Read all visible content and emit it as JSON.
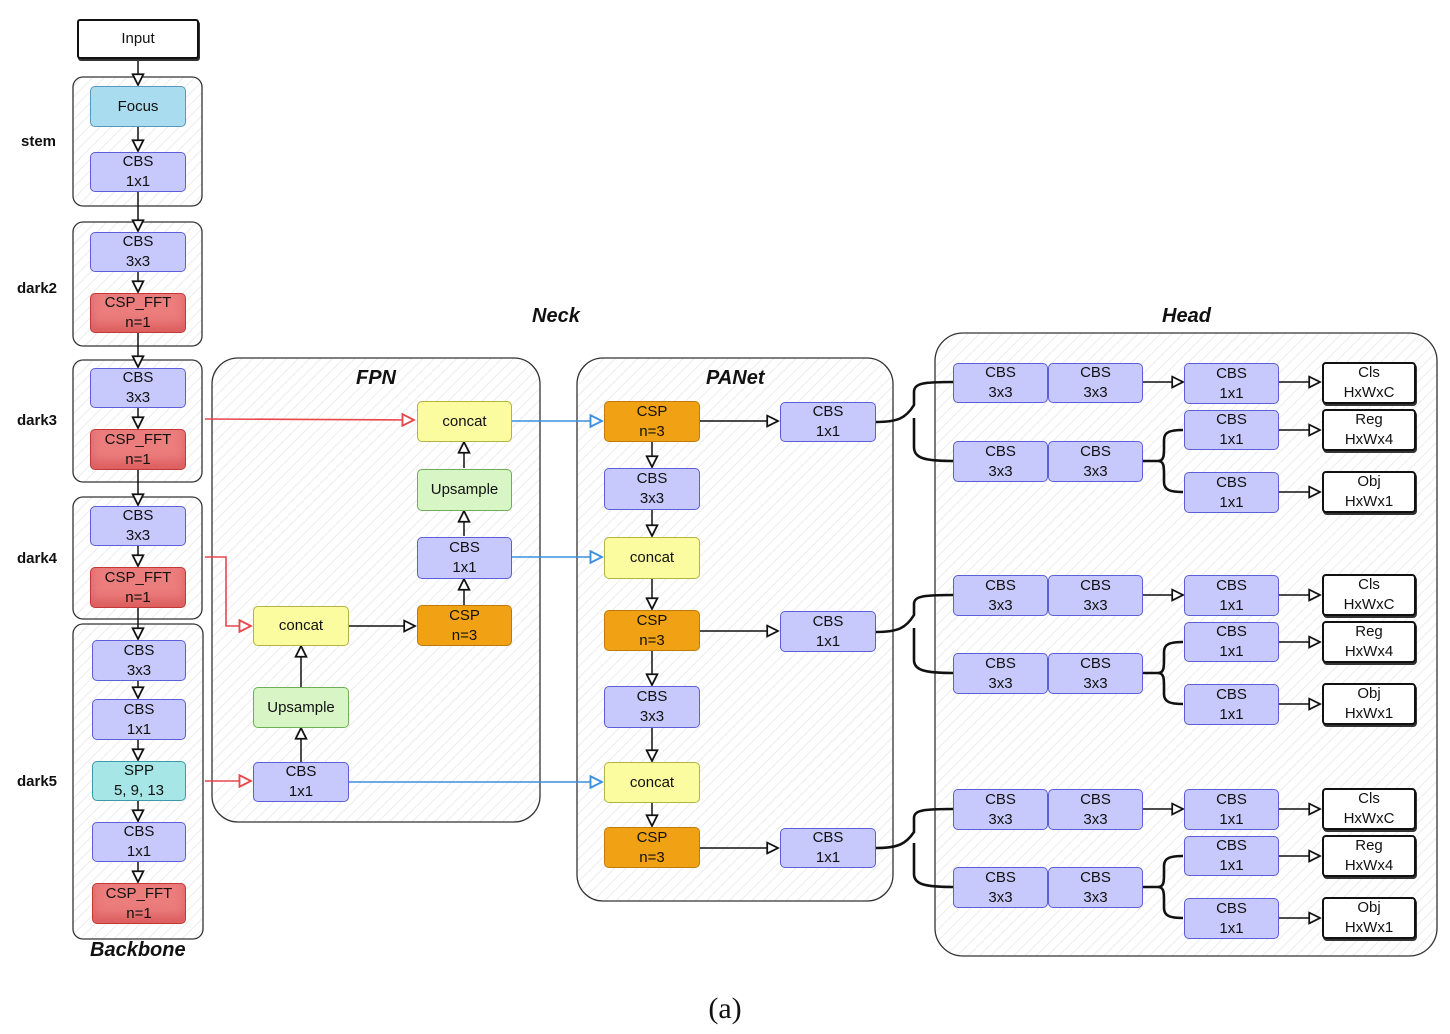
{
  "section_titles": {
    "neck": "Neck",
    "fpn": "FPN",
    "panet": "PANet",
    "head": "Head",
    "backbone": "Backbone"
  },
  "stage_labels": [
    "stem",
    "dark2",
    "dark3",
    "dark4",
    "dark5"
  ],
  "caption": "(a)",
  "nodes": [
    {
      "id": "input",
      "type": "input",
      "lines": [
        "Input"
      ]
    },
    {
      "id": "focus",
      "type": "focus",
      "lines": [
        "Focus"
      ]
    },
    {
      "id": "stem_cbs",
      "type": "cbs",
      "lines": [
        "CBS",
        "1x1"
      ]
    },
    {
      "id": "d2_cbs",
      "type": "cbs",
      "lines": [
        "CBS",
        "3x3"
      ]
    },
    {
      "id": "d2_csp",
      "type": "csp_fft",
      "lines": [
        "CSP_FFT",
        "n=1"
      ]
    },
    {
      "id": "d3_cbs",
      "type": "cbs",
      "lines": [
        "CBS",
        "3x3"
      ]
    },
    {
      "id": "d3_csp",
      "type": "csp_fft",
      "lines": [
        "CSP_FFT",
        "n=1"
      ]
    },
    {
      "id": "d4_cbs",
      "type": "cbs",
      "lines": [
        "CBS",
        "3x3"
      ]
    },
    {
      "id": "d4_csp",
      "type": "csp_fft",
      "lines": [
        "CSP_FFT",
        "n=1"
      ]
    },
    {
      "id": "d5_cbs1",
      "type": "cbs",
      "lines": [
        "CBS",
        "3x3"
      ]
    },
    {
      "id": "d5_cbs2",
      "type": "cbs",
      "lines": [
        "CBS",
        "1x1"
      ]
    },
    {
      "id": "d5_spp",
      "type": "spp",
      "lines": [
        "SPP",
        "5, 9, 13"
      ]
    },
    {
      "id": "d5_cbs3",
      "type": "cbs",
      "lines": [
        "CBS",
        "1x1"
      ]
    },
    {
      "id": "d5_csp",
      "type": "csp_fft",
      "lines": [
        "CSP_FFT",
        "n=1"
      ]
    },
    {
      "id": "fpn_concat_top",
      "type": "concat",
      "lines": [
        "concat"
      ]
    },
    {
      "id": "fpn_upsample_top",
      "type": "upsample",
      "lines": [
        "Upsample"
      ]
    },
    {
      "id": "fpn_cbs_mid",
      "type": "cbs",
      "lines": [
        "CBS",
        "1x1"
      ]
    },
    {
      "id": "fpn_csp",
      "type": "csp",
      "lines": [
        "CSP",
        "n=3"
      ]
    },
    {
      "id": "fpn_concat_low",
      "type": "concat",
      "lines": [
        "concat"
      ]
    },
    {
      "id": "fpn_upsample_low",
      "type": "upsample",
      "lines": [
        "Upsample"
      ]
    },
    {
      "id": "fpn_cbs_low",
      "type": "cbs",
      "lines": [
        "CBS",
        "1x1"
      ]
    },
    {
      "id": "pan_csp1",
      "type": "csp",
      "lines": [
        "CSP",
        "n=3"
      ]
    },
    {
      "id": "pan_cbs1",
      "type": "cbs",
      "lines": [
        "CBS",
        "3x3"
      ]
    },
    {
      "id": "pan_concat1",
      "type": "concat",
      "lines": [
        "concat"
      ]
    },
    {
      "id": "pan_csp2",
      "type": "csp",
      "lines": [
        "CSP",
        "n=3"
      ]
    },
    {
      "id": "pan_cbs2",
      "type": "cbs",
      "lines": [
        "CBS",
        "3x3"
      ]
    },
    {
      "id": "pan_concat2",
      "type": "concat",
      "lines": [
        "concat"
      ]
    },
    {
      "id": "pan_csp3",
      "type": "csp",
      "lines": [
        "CSP",
        "n=3"
      ]
    },
    {
      "id": "pan_out1",
      "type": "cbs",
      "lines": [
        "CBS",
        "1x1"
      ]
    },
    {
      "id": "pan_out2",
      "type": "cbs",
      "lines": [
        "CBS",
        "1x1"
      ]
    },
    {
      "id": "pan_out3",
      "type": "cbs",
      "lines": [
        "CBS",
        "1x1"
      ]
    },
    {
      "id": "h1_a1",
      "type": "cbs",
      "lines": [
        "CBS",
        "3x3"
      ]
    },
    {
      "id": "h1_a2",
      "type": "cbs",
      "lines": [
        "CBS",
        "3x3"
      ]
    },
    {
      "id": "h1_b1",
      "type": "cbs",
      "lines": [
        "CBS",
        "3x3"
      ]
    },
    {
      "id": "h1_b2",
      "type": "cbs",
      "lines": [
        "CBS",
        "3x3"
      ]
    },
    {
      "id": "h1_cls",
      "type": "cbs",
      "lines": [
        "CBS",
        "1x1"
      ]
    },
    {
      "id": "h1_reg",
      "type": "cbs",
      "lines": [
        "CBS",
        "1x1"
      ]
    },
    {
      "id": "h1_obj",
      "type": "cbs",
      "lines": [
        "CBS",
        "1x1"
      ]
    },
    {
      "id": "h1_cls_out",
      "type": "output",
      "lines": [
        "Cls",
        "HxWxC"
      ]
    },
    {
      "id": "h1_reg_out",
      "type": "output",
      "lines": [
        "Reg",
        "HxWx4"
      ]
    },
    {
      "id": "h1_obj_out",
      "type": "output",
      "lines": [
        "Obj",
        "HxWx1"
      ]
    },
    {
      "id": "h2_a1",
      "type": "cbs",
      "lines": [
        "CBS",
        "3x3"
      ]
    },
    {
      "id": "h2_a2",
      "type": "cbs",
      "lines": [
        "CBS",
        "3x3"
      ]
    },
    {
      "id": "h2_b1",
      "type": "cbs",
      "lines": [
        "CBS",
        "3x3"
      ]
    },
    {
      "id": "h2_b2",
      "type": "cbs",
      "lines": [
        "CBS",
        "3x3"
      ]
    },
    {
      "id": "h2_cls",
      "type": "cbs",
      "lines": [
        "CBS",
        "1x1"
      ]
    },
    {
      "id": "h2_reg",
      "type": "cbs",
      "lines": [
        "CBS",
        "1x1"
      ]
    },
    {
      "id": "h2_obj",
      "type": "cbs",
      "lines": [
        "CBS",
        "1x1"
      ]
    },
    {
      "id": "h2_cls_out",
      "type": "output",
      "lines": [
        "Cls",
        "HxWxC"
      ]
    },
    {
      "id": "h2_reg_out",
      "type": "output",
      "lines": [
        "Reg",
        "HxWx4"
      ]
    },
    {
      "id": "h2_obj_out",
      "type": "output",
      "lines": [
        "Obj",
        "HxWx1"
      ]
    },
    {
      "id": "h3_a1",
      "type": "cbs",
      "lines": [
        "CBS",
        "3x3"
      ]
    },
    {
      "id": "h3_a2",
      "type": "cbs",
      "lines": [
        "CBS",
        "3x3"
      ]
    },
    {
      "id": "h3_b1",
      "type": "cbs",
      "lines": [
        "CBS",
        "3x3"
      ]
    },
    {
      "id": "h3_b2",
      "type": "cbs",
      "lines": [
        "CBS",
        "3x3"
      ]
    },
    {
      "id": "h3_cls",
      "type": "cbs",
      "lines": [
        "CBS",
        "1x1"
      ]
    },
    {
      "id": "h3_reg",
      "type": "cbs",
      "lines": [
        "CBS",
        "1x1"
      ]
    },
    {
      "id": "h3_obj",
      "type": "cbs",
      "lines": [
        "CBS",
        "1x1"
      ]
    },
    {
      "id": "h3_cls_out",
      "type": "output",
      "lines": [
        "Cls",
        "HxWxC"
      ]
    },
    {
      "id": "h3_reg_out",
      "type": "output",
      "lines": [
        "Reg",
        "HxWx4"
      ]
    },
    {
      "id": "h3_obj_out",
      "type": "output",
      "lines": [
        "Obj",
        "HxWx1"
      ]
    }
  ],
  "colors": {
    "cbs_fill": "#c7c8fb",
    "csp_fft_fill": "#ec7d7d",
    "focus_fill": "#a8dcee",
    "spp_fill": "#a6e6e6",
    "concat_fill": "#fbfb9f",
    "upsample_fill": "#d8f6c5",
    "csp_fill": "#f1a114",
    "backbone_to_neck_arrow": "#e8474c",
    "lateral_arrow": "#3a8fe0",
    "flow_arrow": "#111111"
  }
}
